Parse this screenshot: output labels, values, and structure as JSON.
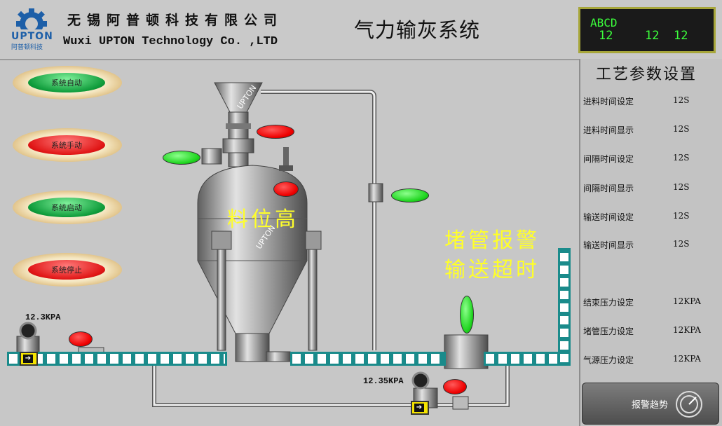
{
  "header": {
    "logo_text": "UPTON",
    "logo_sub": "阿普顿科技",
    "company_cn": "无锡阿普顿科技有限公司",
    "company_en": "Wuxi UPTON Technology Co. ,LTD",
    "system_title": "气力输灰系统"
  },
  "lcd": {
    "line1": "ABCD",
    "val_a": "12",
    "val_b": "12",
    "val_c": "12"
  },
  "buttons": [
    {
      "label": "系统自动",
      "color": "green"
    },
    {
      "label": "系统手动",
      "color": "red"
    },
    {
      "label": "系统启动",
      "color": "green"
    },
    {
      "label": "系统停止",
      "color": "red"
    }
  ],
  "alarms": {
    "level_high": "料位高",
    "blockage": "堵管报警",
    "timeout": "输送超时"
  },
  "vessel_marks": {
    "hopper": "UPTON",
    "body": "UPTON"
  },
  "pressure": {
    "inlet": "12.3KPA",
    "outlet": "12.35KPA"
  },
  "params": {
    "title": "工艺参数设置",
    "rows": [
      {
        "label": "进料时间设定",
        "value": "12S"
      },
      {
        "label": "进料时间显示",
        "value": "12S"
      },
      {
        "label": "间隔时间设定",
        "value": "12S"
      },
      {
        "label": "间隔时间显示",
        "value": "12S"
      },
      {
        "label": "输送时间设定",
        "value": "12S"
      },
      {
        "label": "输送时间显示",
        "value": "12S"
      },
      {
        "label": "结束压力设定",
        "value": "12KPA"
      },
      {
        "label": "堵管压力设定",
        "value": "12KPA"
      },
      {
        "label": "气源压力设定",
        "value": "12KPA"
      }
    ]
  },
  "trend_button": {
    "label": "报警趋势"
  },
  "colors": {
    "pipe_teal": "#1a8b8b",
    "alarm_yellow": "#ffff2a",
    "lcd_green": "#3cff3c",
    "btn_green": "#0e9b3a",
    "btn_red": "#e01515"
  }
}
